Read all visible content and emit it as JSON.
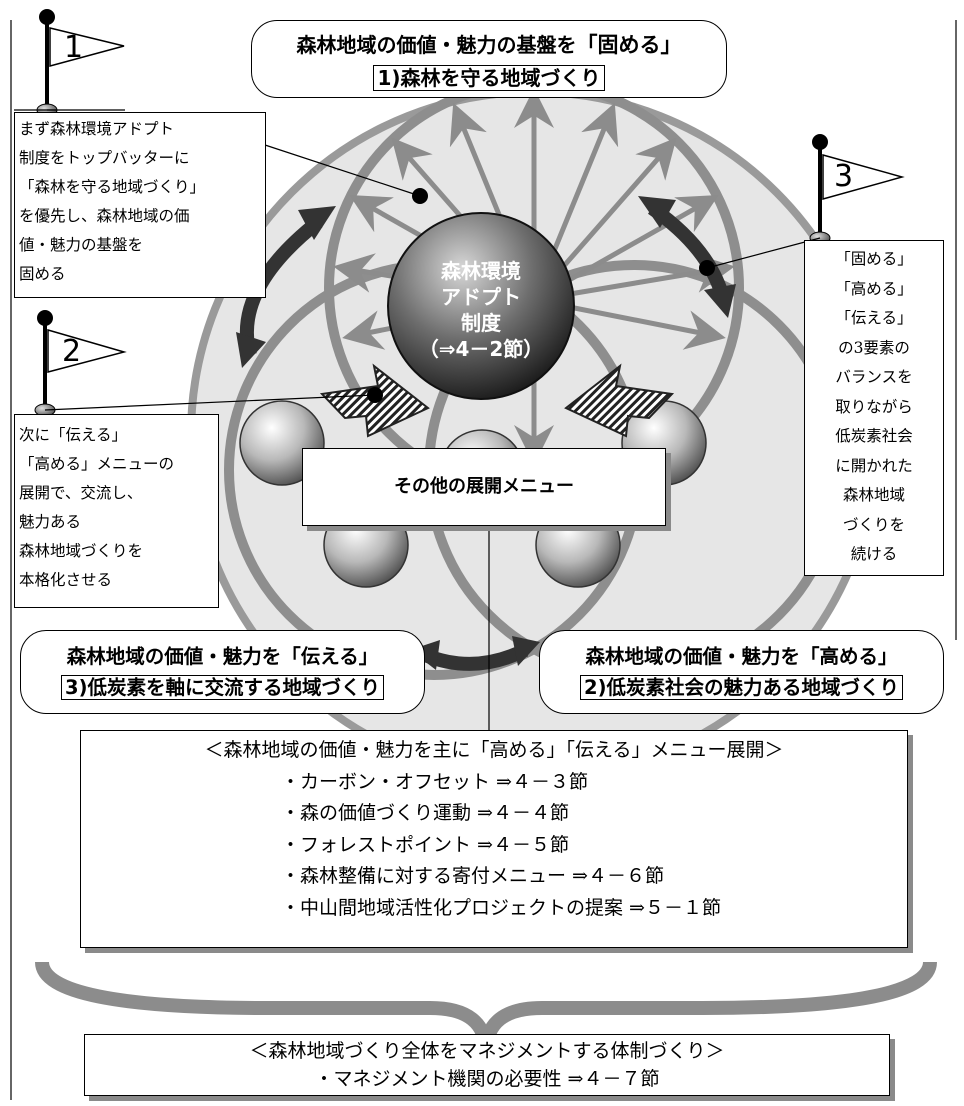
{
  "top_box": {
    "line1_prefix": "森林地域の価値・魅力の基盤を",
    "line1_emph": "「固める」",
    "line2": "1)森林を守る地域づくり"
  },
  "center": {
    "line1": "森林環境",
    "line2": "アドプト",
    "line3": "制度",
    "line4": "（⇒4－2節）"
  },
  "other_menu": "その他の展開メニュー",
  "flags": [
    {
      "number": "1"
    },
    {
      "number": "2"
    },
    {
      "number": "3"
    }
  ],
  "note1": [
    "まず森林環境アドプト",
    "制度をトップバッターに",
    "「森林を守る地域づくり」",
    "を優先し、森林地域の価",
    "値・魅力の基盤を",
    "固める"
  ],
  "note2": [
    "次に「伝える」",
    "「高める」メニューの",
    "展開で、交流し、",
    "魅力ある",
    "森林地域づくりを",
    "本格化させる"
  ],
  "note3": [
    "「固める」",
    "「高める」",
    "「伝える」",
    "の3要素の",
    "バランスを",
    "取りながら",
    "低炭素社会",
    "に開かれた",
    "森林地域",
    "づくりを",
    "続ける"
  ],
  "left_box": {
    "line1_prefix": "森林地域の価値・魅力を",
    "line1_emph": "「伝える」",
    "line2": "3)低炭素を軸に交流する地域づくり"
  },
  "right_box": {
    "line1_prefix": "森林地域の価値・魅力を",
    "line1_emph": "「高める」",
    "line2": "2)低炭素社会の魅力ある地域づくり"
  },
  "menu_box": {
    "title": "＜森林地域の価値・魅力を主に「高める」「伝える」メニュー展開＞",
    "items": [
      "・カーボン・オフセット ⇒４－３節",
      "・森の価値づくり運動 ⇒４－４節",
      "・フォレストポイント ⇒４－５節",
      "・森林整備に対する寄付メニュー ⇒４－６節",
      "・中山間地域活性化プロジェクトの提案 ⇒５－１節"
    ]
  },
  "bottom_box": {
    "title": "＜森林地域づくり全体をマネジメントする体制づくり＞",
    "item": "・マネジメント機関の必要性 ⇒４－７節"
  }
}
